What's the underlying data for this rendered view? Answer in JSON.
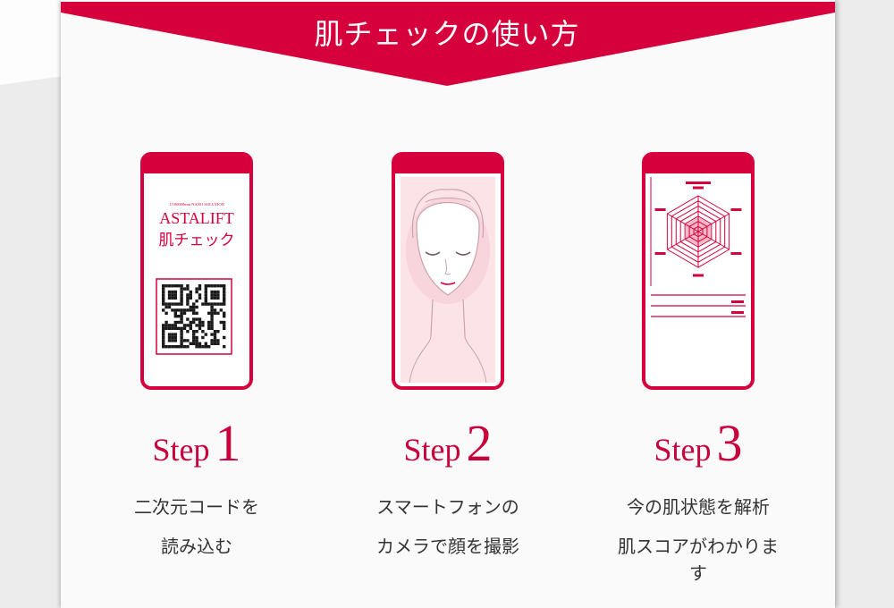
{
  "header": {
    "title": "肌チェックの使い方",
    "accent_color": "#d6003c"
  },
  "steps": [
    {
      "word": "Step",
      "number": "1",
      "line1": "二次元コードを",
      "line2": "読み込む",
      "screen": {
        "tagline": "1/100000mm NANO SOLUTION",
        "brand": "ASTALIFT",
        "subtitle": "肌チェック"
      }
    },
    {
      "word": "Step",
      "number": "2",
      "line1": "スマートフォンの",
      "line2": "カメラで顔を撮影"
    },
    {
      "word": "Step",
      "number": "3",
      "line1": "今の肌状態を解析",
      "line2": "肌スコアがわかります"
    }
  ],
  "icons": {
    "step1": "qr-code-icon",
    "step2": "face-scan-icon",
    "step3": "radar-chart-icon"
  }
}
